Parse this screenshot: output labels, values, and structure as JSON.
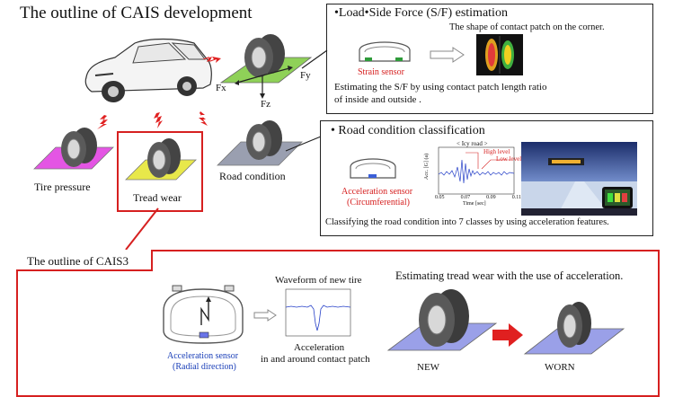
{
  "title": "The outline of CAIS development",
  "load": {
    "heading": "•Load•Side Force (S/F) estimation",
    "shape_note": "The shape of contact patch on the corner.",
    "sensor": "Strain sensor",
    "desc_line1": "Estimating the S/F by using contact patch length ratio",
    "desc_line2": "of inside and outside ."
  },
  "axes": {
    "fx": "Fx",
    "fy": "Fy",
    "fz": "Fz"
  },
  "road": {
    "heading": "• Road condition classification",
    "sensor_line1": "Acceleration sensor",
    "sensor_line2": "(Circumferential)",
    "chart_title": "< Icy road >",
    "high_level": "High level",
    "low_level": "Low level",
    "ylabel": "Acc. [G] (a)",
    "xlabel": "Time [sec]",
    "xticks": [
      "0.05",
      "0.07",
      "0.09",
      "0.11"
    ],
    "desc": "Classifying the road condition into 7 classes by using acceleration features."
  },
  "labels": {
    "tire_pressure": "Tire pressure",
    "tread_wear": "Tread wear",
    "road_condition": "Road condition"
  },
  "cais3": {
    "heading": "The outline of CAIS3",
    "sensor_line1": "Acceleration sensor",
    "sensor_line2": "(Radial direction)",
    "waveform_title": "Waveform of new tire",
    "accel_line1": "Acceleration",
    "accel_line2": "in and around contact patch",
    "estimating": "Estimating tread wear with the use of acceleration.",
    "new_label": "NEW",
    "worn_label": "WORN"
  },
  "colors": {
    "accent_red": "#d62020",
    "sensor_blue": "#1a3fb8",
    "pressure_pink": "#e455e4",
    "tread_yellow": "#e8e84a",
    "road_grey": "#9a9fb0",
    "load_green": "#8fd158",
    "plate_blue": "#9aa0e8"
  }
}
